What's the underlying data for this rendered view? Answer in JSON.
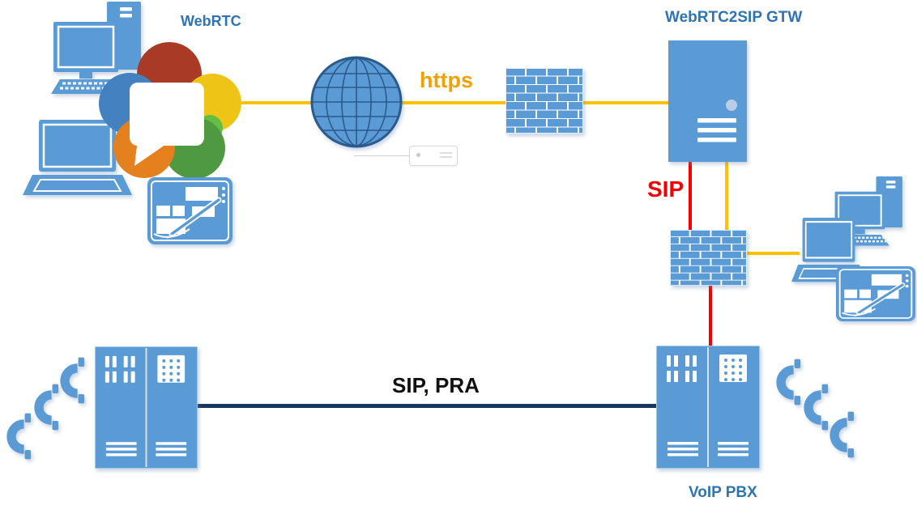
{
  "diagram": {
    "labels": {
      "webrtc": "WebRTC",
      "gateway": "WebRTC2SIP GTW",
      "https": "https",
      "sip": "SIP",
      "sip_pra": "SIP, PRA",
      "voip_pbx": "VoIP PBX"
    },
    "colors": {
      "device_blue": "#5B9BD5",
      "device_blue_dark": "#2B5A8C",
      "label_blue": "#2E74B5",
      "line_yellow": "#FFC000",
      "https_orange": "#F2A104",
      "line_red": "#F40000",
      "line_navy": "#17365D",
      "text_black": "#111111",
      "logo_red": "#A93A26",
      "logo_yellow": "#EEC417",
      "logo_green_dark": "#4F9A41",
      "logo_green_light": "#64BE44",
      "logo_orange": "#E5801F",
      "logo_blue": "#4381C0",
      "led_light": "#B9CDE5",
      "mortar": "#FFFFFF"
    },
    "icons": [
      "webrtc-logo",
      "desktop-computer",
      "laptop",
      "tablet",
      "internet-globe",
      "usb-dongle",
      "firewall",
      "gateway-server",
      "pbx-cabinet",
      "phone-handset"
    ]
  }
}
